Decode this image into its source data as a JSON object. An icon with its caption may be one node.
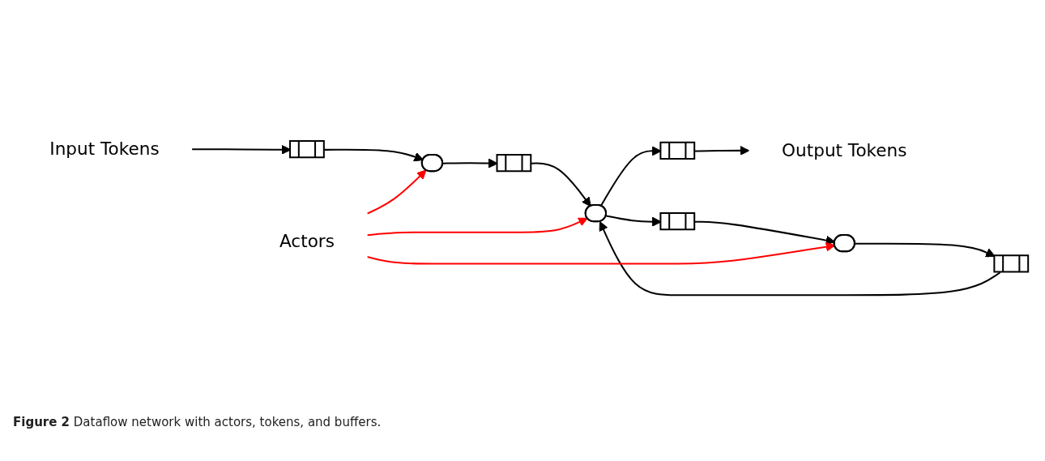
{
  "diagram": {
    "caption": "**Figure 2** Dataflow network with actors, tokens, and buffers.",
    "nodes": [
      {
        "text": [
          "Input Tokens"
        ]
      },
      {
        "text": [],
        "shape": "box"
      },
      {
        "text": [],
        "shape": "ellipse"
      },
      {
        "text": [],
        "shape": "box"
      },
      {
        "text": [],
        "shape": "ellipse"
      },
      {
        "text": [],
        "shape": "box"
      },
      {
        "text": [
          "Output Tokens"
        ]
      },
      {
        "text": [],
        "shape": "box"
      },
      {
        "text": [
          "Actors"
        ]
      },
      {
        "text": [],
        "shape": "ellipse"
      },
      {
        "text": [],
        "shape": "box"
      }
    ],
    "edges": [
      {
        "from": 0,
        "to": 1,
        "arrow": "to"
      },
      {
        "from": 1,
        "to": 2,
        "arrow": "to"
      },
      {
        "from": 2,
        "to": 3,
        "arrow": "to"
      },
      {
        "from": 3,
        "to": 4,
        "arrow": "to"
      },
      {
        "from": 4,
        "to": 5,
        "arrow": "to"
      },
      {
        "from": 5,
        "to": 6,
        "arrow": "to"
      },
      {
        "from": 4,
        "to": 10,
        "arrow": "to"
      },
      {
        "from": 10,
        "to": 9,
        "arrow": "to"
      },
      {
        "from": 9,
        "to": 7,
        "arrow": "to"
      },
      {
        "from": 7,
        "to": 4,
        "arrow": "to"
      },
      {
        "from": 8,
        "to": 2,
        "arrow": "to",
        "color": "#ff0000"
      },
      {
        "from": 8,
        "to": 4,
        "arrow": "to",
        "color": "#ff0000"
      },
      {
        "from": 8,
        "to": 9,
        "arrow": "to",
        "color": "#ff0000"
      }
    ]
  }
}
